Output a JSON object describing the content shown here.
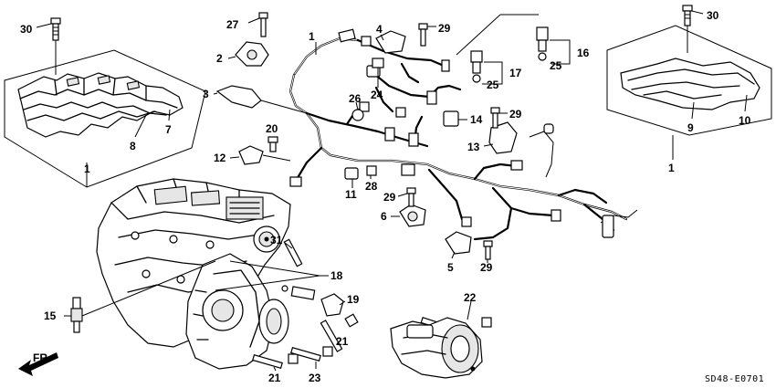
{
  "callouts": [
    {
      "id": "c1a",
      "text": "1"
    },
    {
      "id": "c1b",
      "text": "1"
    },
    {
      "id": "c1c",
      "text": "1"
    },
    {
      "id": "c2",
      "text": "2"
    },
    {
      "id": "c3",
      "text": "3"
    },
    {
      "id": "c4",
      "text": "4"
    },
    {
      "id": "c5",
      "text": "5"
    },
    {
      "id": "c6",
      "text": "6"
    },
    {
      "id": "c7",
      "text": "7"
    },
    {
      "id": "c8",
      "text": "8"
    },
    {
      "id": "c9",
      "text": "9"
    },
    {
      "id": "c10",
      "text": "10"
    },
    {
      "id": "c11",
      "text": "11"
    },
    {
      "id": "c12",
      "text": "12"
    },
    {
      "id": "c13",
      "text": "13"
    },
    {
      "id": "c14",
      "text": "14"
    },
    {
      "id": "c15",
      "text": "15"
    },
    {
      "id": "c16",
      "text": "16"
    },
    {
      "id": "c17",
      "text": "17"
    },
    {
      "id": "c18",
      "text": "18"
    },
    {
      "id": "c19",
      "text": "19"
    },
    {
      "id": "c20",
      "text": "20"
    },
    {
      "id": "c21a",
      "text": "21"
    },
    {
      "id": "c21b",
      "text": "21"
    },
    {
      "id": "c22",
      "text": "22"
    },
    {
      "id": "c23",
      "text": "23"
    },
    {
      "id": "c24",
      "text": "24"
    },
    {
      "id": "c25a",
      "text": "25"
    },
    {
      "id": "c25b",
      "text": "25"
    },
    {
      "id": "c26",
      "text": "26"
    },
    {
      "id": "c27",
      "text": "27"
    },
    {
      "id": "c28",
      "text": "28"
    },
    {
      "id": "c29a",
      "text": "29"
    },
    {
      "id": "c29b",
      "text": "29"
    },
    {
      "id": "c29c",
      "text": "29"
    },
    {
      "id": "c29d",
      "text": "29"
    },
    {
      "id": "c30a",
      "text": "30"
    },
    {
      "id": "c30b",
      "text": "30"
    },
    {
      "id": "c31",
      "text": "31"
    }
  ],
  "front_label": "FR.",
  "diagram_code": "SD48-E0701",
  "colors": {
    "ink": "#000000",
    "paper": "#ffffff"
  }
}
